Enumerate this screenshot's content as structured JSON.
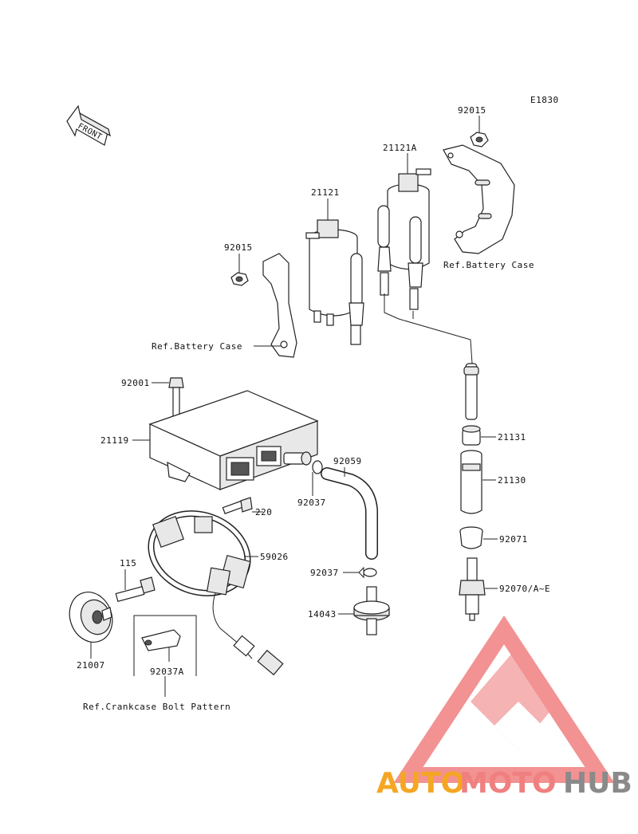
{
  "diagram_code": "E1830",
  "front_label": "FRONT",
  "labels": {
    "p92015_top": "92015",
    "p21121A": "21121A",
    "p21121": "21121",
    "p92015_left": "92015",
    "ref_battery_right": "Ref.Battery Case",
    "ref_battery_left": "Ref.Battery Case",
    "p92001": "92001",
    "p21119": "21119",
    "p92059": "92059",
    "p92037_a": "92037",
    "p220": "220",
    "p59026": "59026",
    "p115": "115",
    "p92037_b": "92037",
    "p14043": "14043",
    "p21007": "21007",
    "p92037A": "92037A",
    "ref_crankcase": "Ref.Crankcase Bolt Pattern",
    "p21131": "21131",
    "p21130": "21130",
    "p92071": "92071",
    "p92070": "92070/A~E"
  },
  "watermark": {
    "part1": "AUTO",
    "part2": "MOTO",
    "part3": "HUB",
    "color_orange": "#f5a623",
    "color_red": "#f08080",
    "color_grey": "#8a8a8a"
  }
}
